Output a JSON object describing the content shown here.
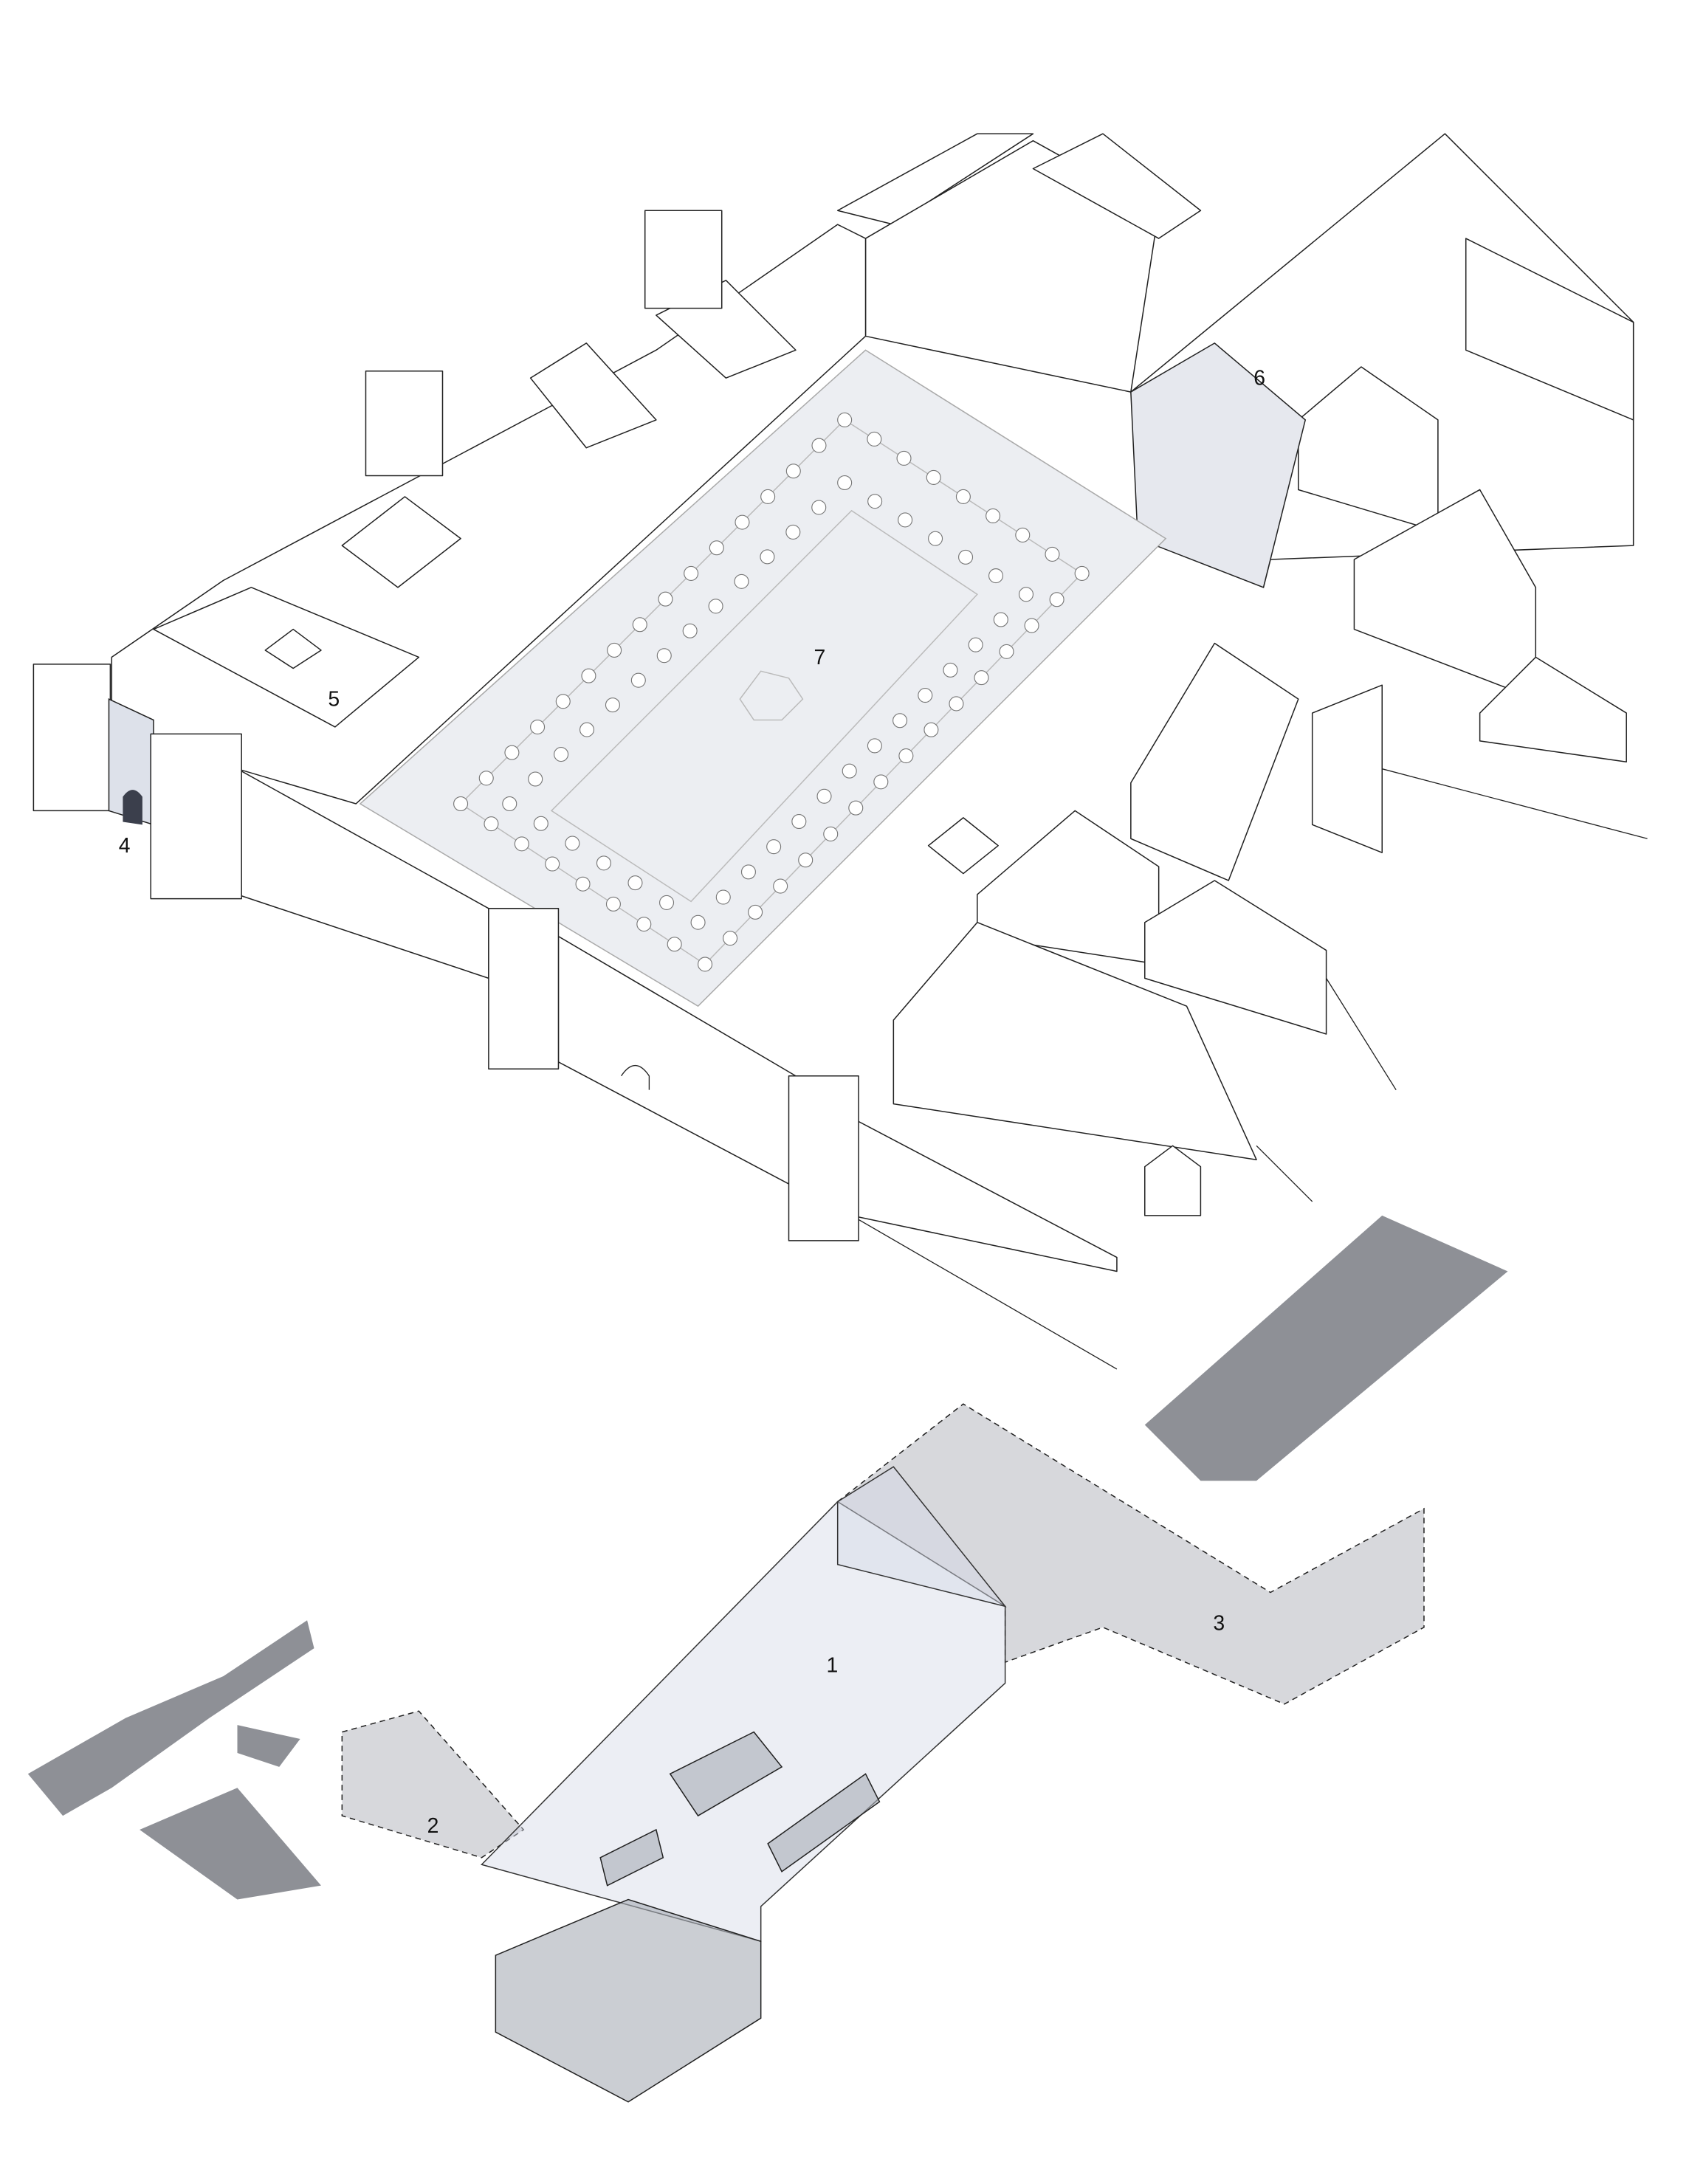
{
  "diagram": {
    "type": "axonometric-site-plan",
    "labels": {
      "l1": "1",
      "l2": "2",
      "l3": "3",
      "l4": "4",
      "l5": "5",
      "l6": "6",
      "l7": "7"
    },
    "colors": {
      "underground_fill": "#c9cbd0",
      "glass_volume": "#d4d9e6",
      "plan_footprint": "#8e9096",
      "highlight_building": "#e6e8ee",
      "gate_dark": "#3b3f4c"
    }
  }
}
